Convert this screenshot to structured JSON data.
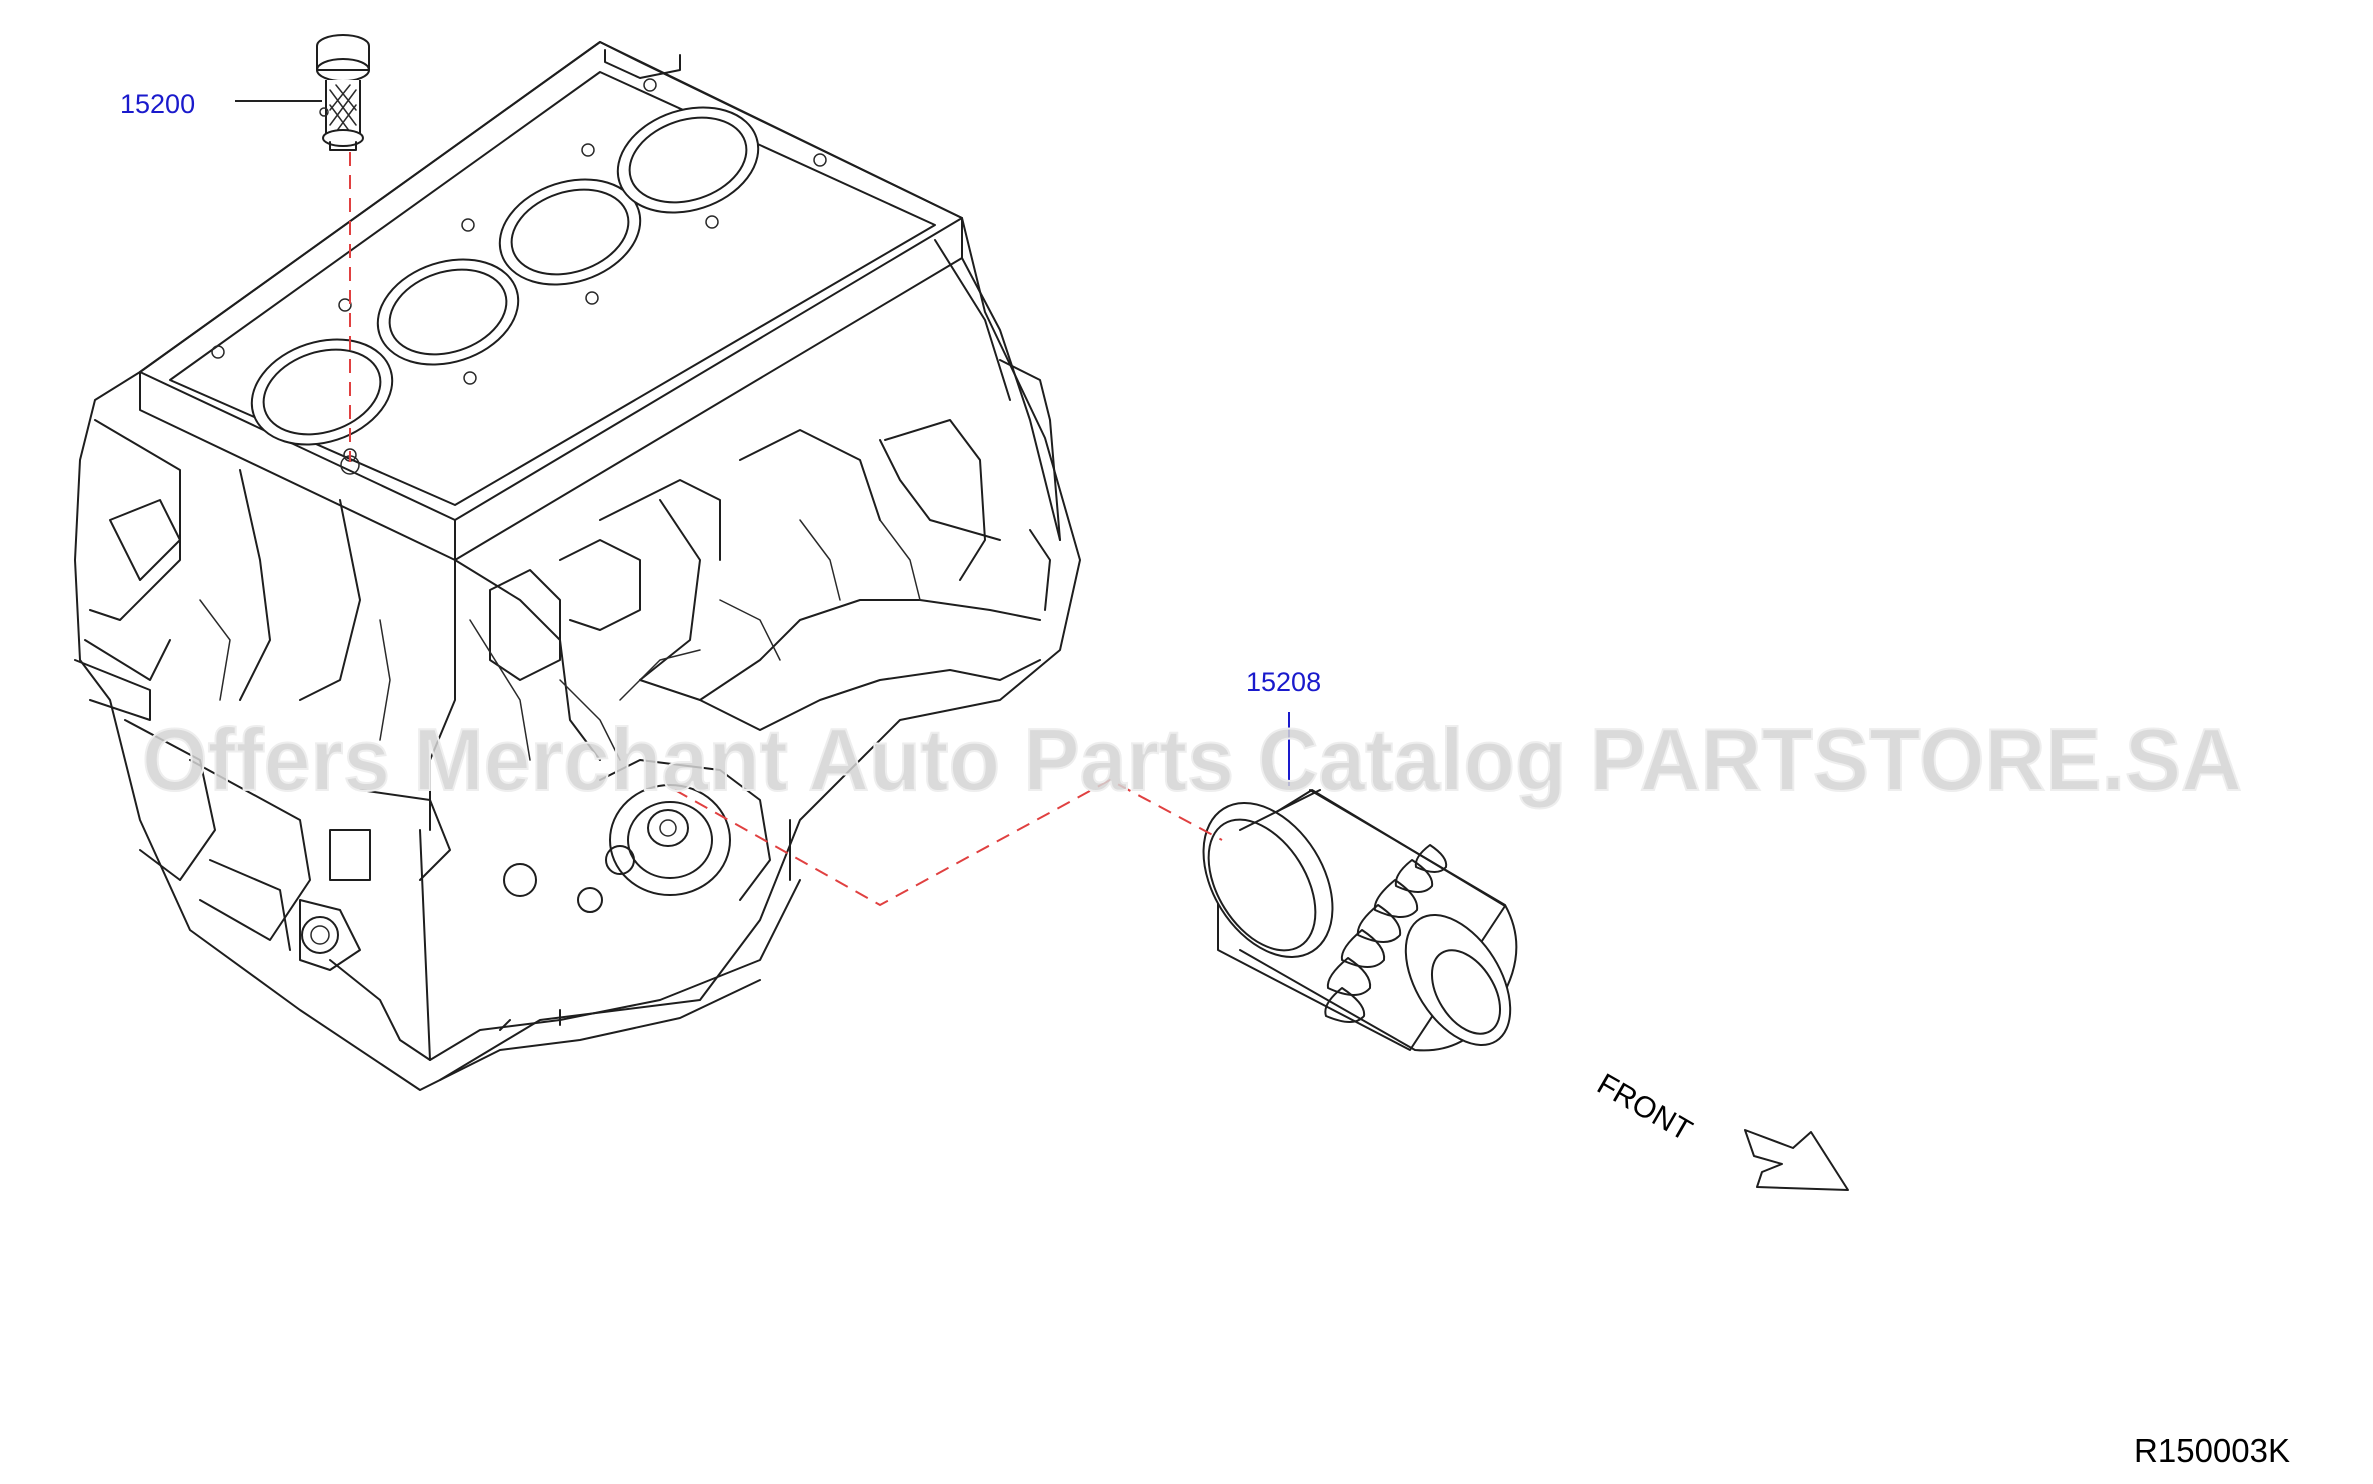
{
  "callouts": {
    "strainer": {
      "part_number": "15200"
    },
    "oil_filter": {
      "part_number": "15208"
    }
  },
  "direction_label": "FRONT",
  "diagram_code": "R150003K",
  "watermark": "Offers Merchant Auto Parts Catalog PARTSTORE.SA",
  "colors": {
    "callout_text": "#1a1acc",
    "guide_line": "#e04040",
    "drawing_line": "#1e1e1e",
    "watermark": "#d4d4d4"
  },
  "icons": {
    "direction_arrow": "front-arrow-icon"
  }
}
